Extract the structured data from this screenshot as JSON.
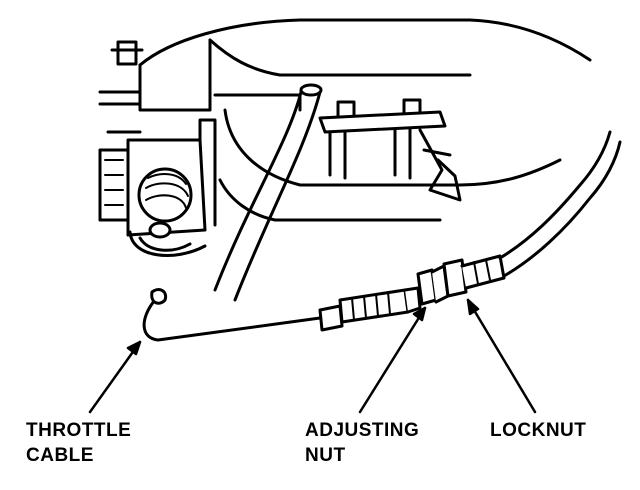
{
  "labels": {
    "throttle_cable": {
      "line1": "THROTTLE",
      "line2": "CABLE"
    },
    "adjusting_nut": {
      "line1": "ADJUSTING",
      "line2": "NUT"
    },
    "locknut": {
      "line1": "LOCKNUT"
    }
  },
  "colors": {
    "ink": "#000000",
    "paper": "#ffffff"
  }
}
